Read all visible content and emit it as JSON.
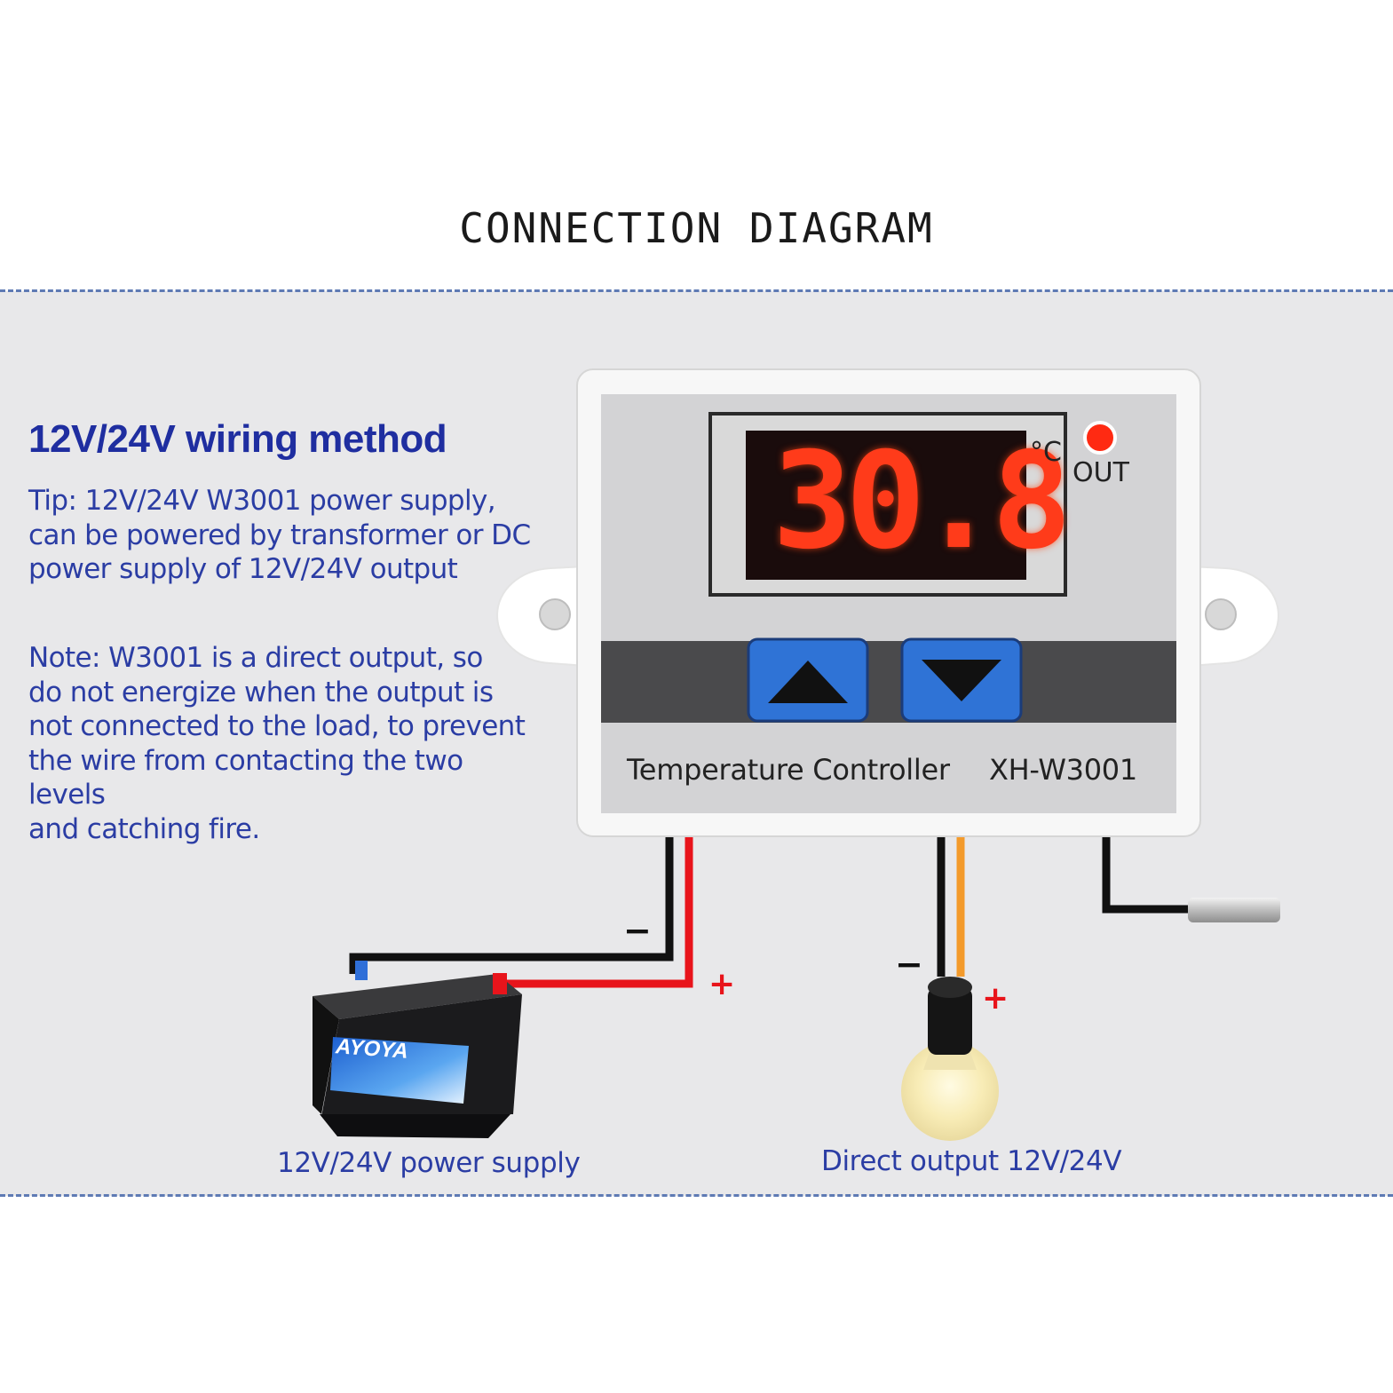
{
  "title": "CONNECTION DIAGRAM",
  "heading": "12V/24V wiring method",
  "tip": [
    "Tip: 12V/24V W3001 power supply,",
    "can be powered by transformer or DC",
    "power supply of 12V/24V output"
  ],
  "note": [
    "Note: W3001 is a direct output, so",
    "do not energize when the output is",
    "not connected to the load, to prevent",
    "the wire from contacting the two levels",
    "and catching fire."
  ],
  "device": {
    "display_value": "30.8",
    "unit": "°C",
    "out_label": "OUT",
    "name": "Temperature Controller",
    "model": "XH-W3001",
    "up_button": "up",
    "down_button": "down"
  },
  "battery_brand": "AYOYA",
  "captions": {
    "power": "12V/24V power supply",
    "output": "Direct output 12V/24V"
  },
  "polarity": {
    "minus": "−",
    "plus": "+"
  },
  "colors": {
    "text_blue": "#2b3da4",
    "dashed_line": "#5e7ab4",
    "panel_bg": "#e8e8ea",
    "led_red": "#ff2a12",
    "button_blue": "#2f73d6",
    "wire_red": "#e8141b",
    "wire_orange": "#f39a2b",
    "wire_black": "#111111"
  }
}
